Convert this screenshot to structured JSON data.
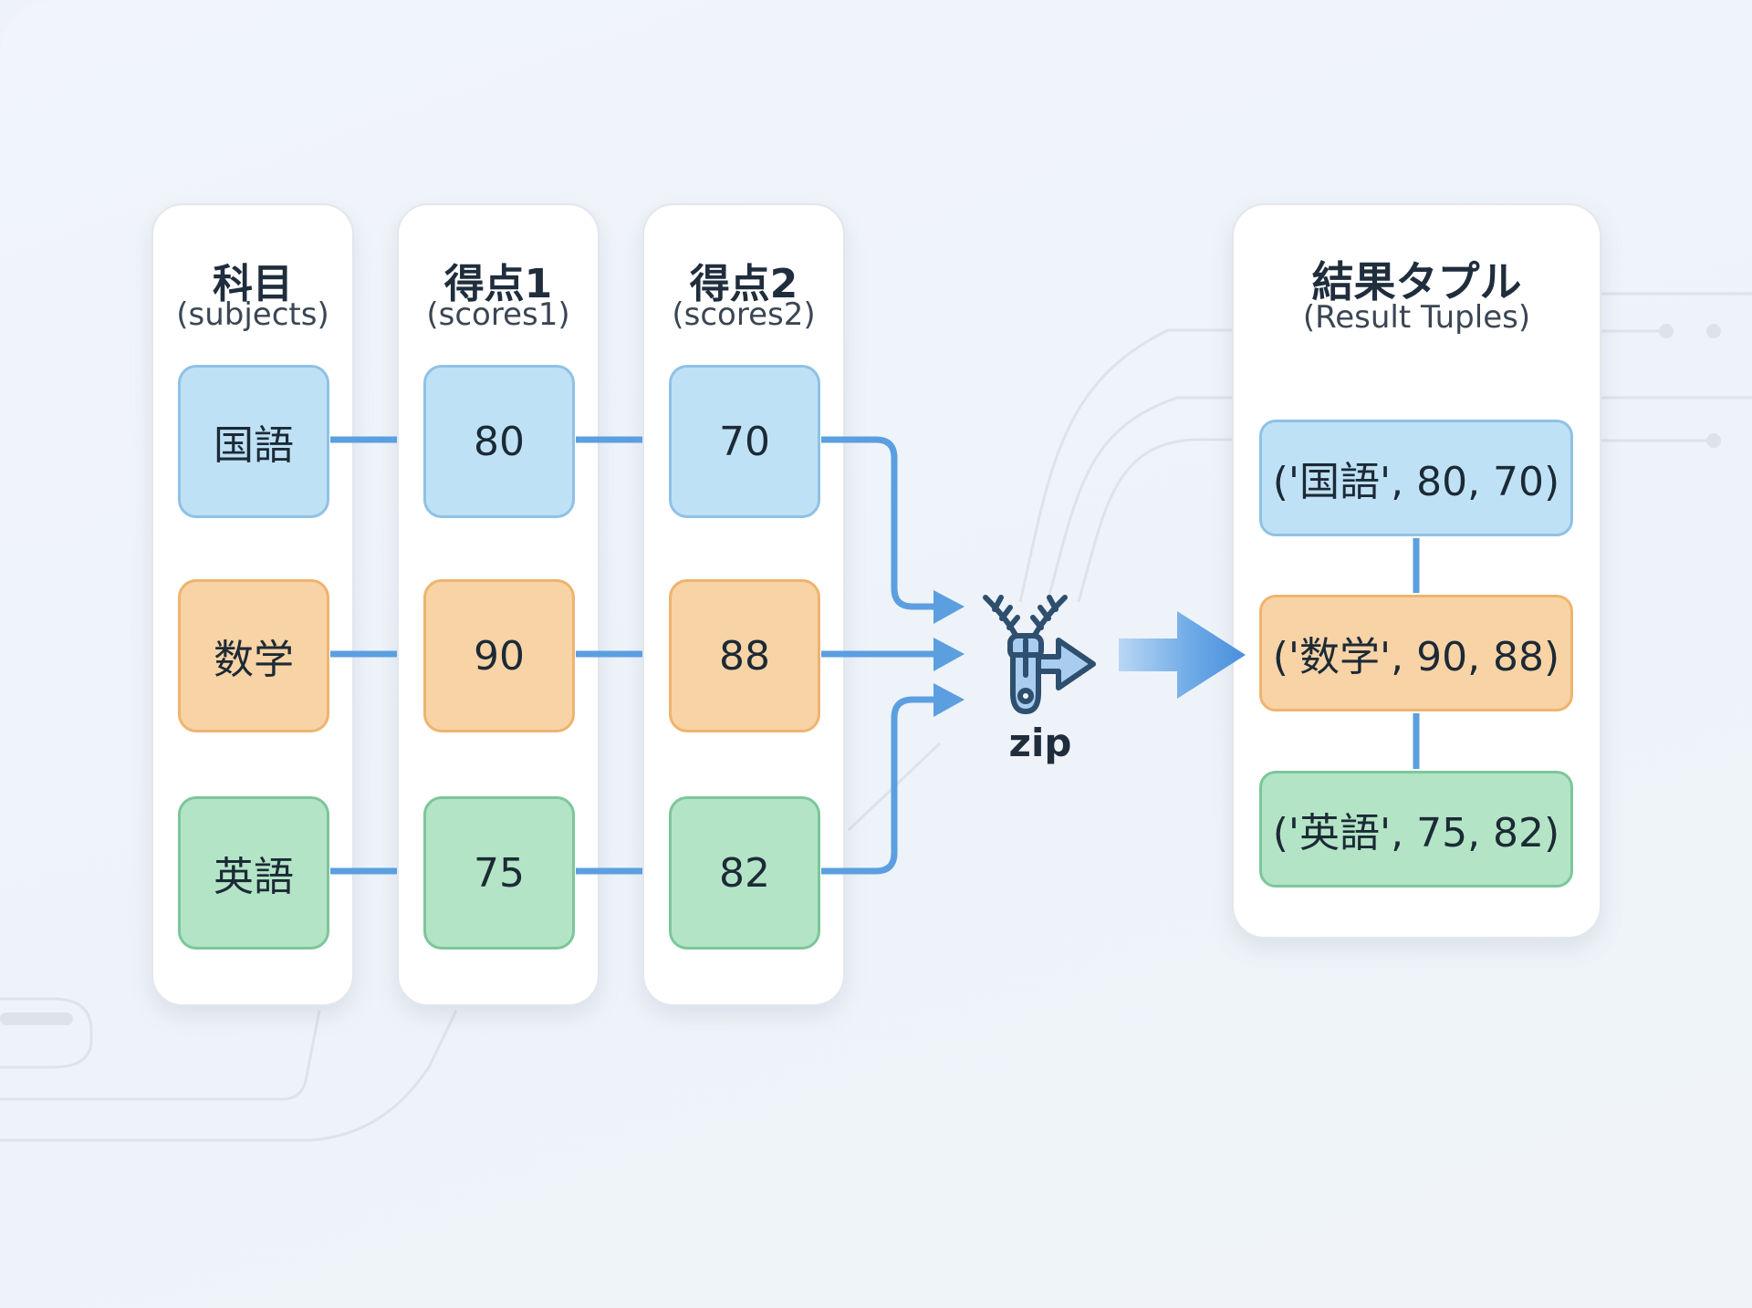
{
  "columns": [
    {
      "id": "subjects",
      "title": "科目",
      "subtitle": "(subjects)",
      "cells": [
        "国語",
        "数学",
        "英語"
      ]
    },
    {
      "id": "scores1",
      "title": "得点1",
      "subtitle": "(scores1)",
      "cells": [
        "80",
        "90",
        "75"
      ]
    },
    {
      "id": "scores2",
      "title": "得点2",
      "subtitle": "(scores2)",
      "cells": [
        "70",
        "88",
        "82"
      ]
    }
  ],
  "operation": {
    "label": "zip",
    "icon": "zipper-icon"
  },
  "result": {
    "title": "結果タプル",
    "subtitle": "(Result Tuples)",
    "tuples": [
      "('国語', 80, 70)",
      "('数学', 90, 88)",
      "('英語', 75, 82)"
    ]
  },
  "colors": {
    "row_blue_fill": "#bfe1f6",
    "row_blue_border": "#8fc2e4",
    "row_orange_fill": "#f8d3a5",
    "row_orange_border": "#eeb46f",
    "row_green_fill": "#b3e4c6",
    "row_green_border": "#7dc69a",
    "connector": "#5b9fe0",
    "zip_icon_stroke": "#2e4f6e",
    "zip_icon_fill": "#a9cdef",
    "background": "#eef3f9"
  }
}
